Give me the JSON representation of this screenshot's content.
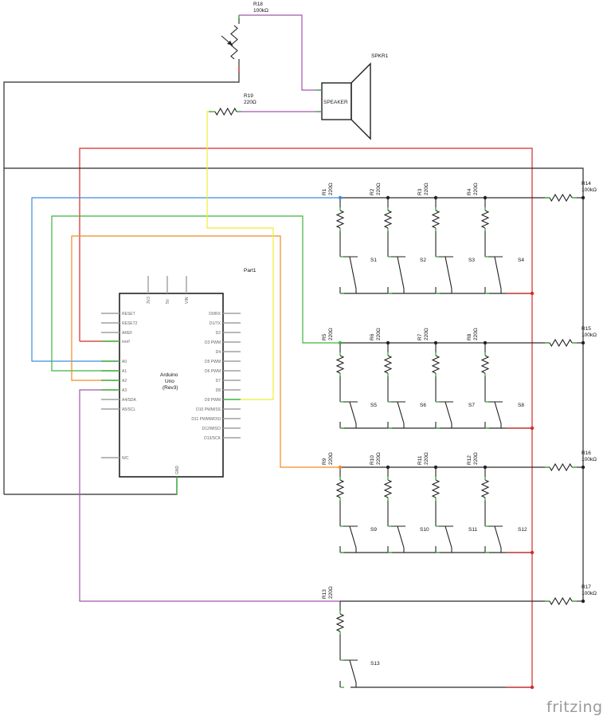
{
  "colors": {
    "black": "#2b2b2b",
    "red": "#d42a2a",
    "blue": "#3d8ede",
    "green": "#3eb33e",
    "orange": "#f08a25",
    "yellow": "#eeee33",
    "purple": "#a455b0",
    "pin_green": "#40b040",
    "body": "#222222",
    "pin_gray": "#a0a0a0"
  },
  "brand": "fritzing",
  "arduino": {
    "part_label": "Part1",
    "name_line1": "Arduino",
    "name_line2": "Uno",
    "name_line3": "(Rev3)",
    "top_pins": [
      "3V3",
      "5V",
      "VIN"
    ],
    "left_pins": [
      "RESET",
      "RESET2",
      "AREF",
      "ioref",
      "A0",
      "A1",
      "A2",
      "A3",
      "A4/SDA",
      "A5/SCL",
      "N/C"
    ],
    "right_pins": [
      "D0/RX",
      "D1/TX",
      "D2",
      "D3 PWM",
      "D4",
      "D5 PWM",
      "D6 PWM",
      "D7",
      "D8",
      "D9 PWM",
      "D10 PWM/SS",
      "D11 PWM/MOSI",
      "D12/MISO",
      "D13/SCK"
    ],
    "bottom_pin": "GND"
  },
  "pot": {
    "name": "R18",
    "value": "100kΩ"
  },
  "resistor_r19": {
    "name": "R19",
    "value": "220Ω"
  },
  "speaker": {
    "name": "SPKR1",
    "label": "SPEAKER"
  },
  "pulldowns": [
    {
      "name": "R14",
      "value": "100kΩ"
    },
    {
      "name": "R15",
      "value": "100kΩ"
    },
    {
      "name": "R16",
      "value": "100kΩ"
    },
    {
      "name": "R17",
      "value": "100kΩ"
    }
  ],
  "rows": [
    {
      "resistors": [
        {
          "name": "R1",
          "value": "220Ω"
        },
        {
          "name": "R2",
          "value": "220Ω"
        },
        {
          "name": "R3",
          "value": "220Ω"
        },
        {
          "name": "R4",
          "value": "220Ω"
        }
      ],
      "switches": [
        "S1",
        "S2",
        "S3",
        "S4"
      ]
    },
    {
      "resistors": [
        {
          "name": "R5",
          "value": "220Ω"
        },
        {
          "name": "R6",
          "value": "220Ω"
        },
        {
          "name": "R7",
          "value": "220Ω"
        },
        {
          "name": "R8",
          "value": "220Ω"
        }
      ],
      "switches": [
        "S5",
        "S6",
        "S7",
        "S8"
      ]
    },
    {
      "resistors": [
        {
          "name": "R9",
          "value": "220Ω"
        },
        {
          "name": "R10",
          "value": "220Ω"
        },
        {
          "name": "R11",
          "value": "220Ω"
        },
        {
          "name": "R12",
          "value": "220Ω"
        }
      ],
      "switches": [
        "S9",
        "S10",
        "S11",
        "S12"
      ]
    },
    {
      "resistors": [
        {
          "name": "R13",
          "value": "220Ω"
        }
      ],
      "switches": [
        "S13"
      ]
    }
  ]
}
